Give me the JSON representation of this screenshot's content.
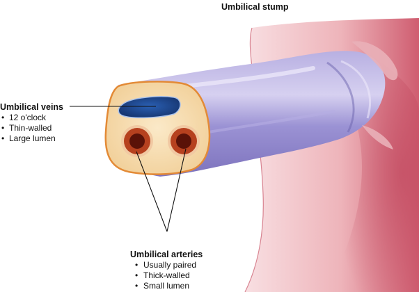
{
  "title": "Umbilical stump",
  "veins": {
    "title": "Umbilical veins",
    "items": [
      "12 o'clock",
      "Thin-walled",
      "Large lumen"
    ]
  },
  "arteries": {
    "title": "Umbilical arteries",
    "items": [
      "Usually paired",
      "Thick-walled",
      "Small lumen"
    ]
  },
  "colors": {
    "skin": "#e7a6ac",
    "skin_dark": "#c9576a",
    "cord": "#8f86cf",
    "cord_highlight": "#e2dcf3",
    "wharton_jelly": "#f7deb2",
    "cord_rim": "#e38a36",
    "vein": "#1f4a96",
    "artery_wall": "#b6411f",
    "artery_lumen": "#5a1208"
  }
}
